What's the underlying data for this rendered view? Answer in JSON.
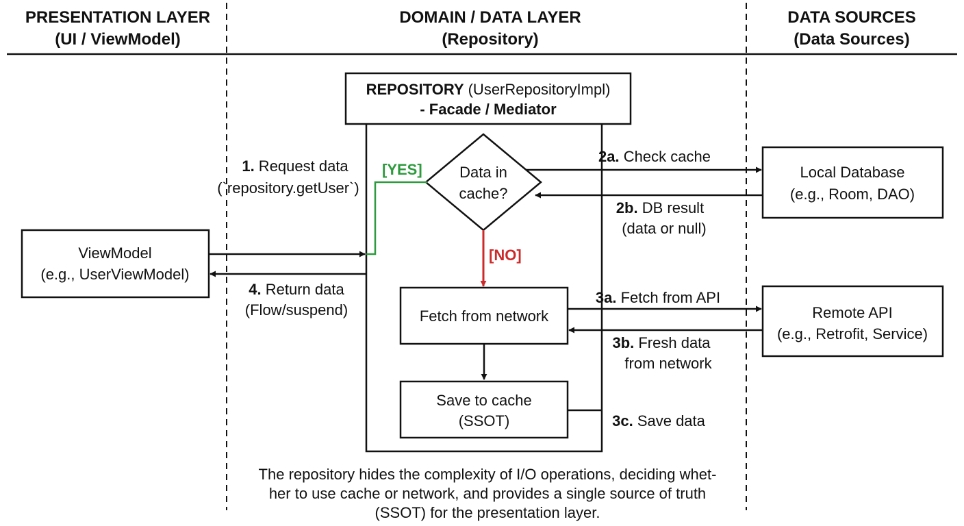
{
  "headers": {
    "presentation": {
      "title": "PRESENTATION LAYER",
      "subtitle": "(UI / ViewModel)"
    },
    "domain": {
      "title": "DOMAIN / DATA LAYER",
      "subtitle": "(Repository)"
    },
    "sources": {
      "title": "DATA SOURCES",
      "subtitle": "(Data Sources)"
    }
  },
  "repository": {
    "title_bold": "REPOSITORY",
    "title_impl": "(UserRepositoryImpl)",
    "subtitle": "- Facade / Mediator"
  },
  "decision": {
    "line1": "Data in",
    "line2": "cache?",
    "yes": "[YES]",
    "no": "[NO]"
  },
  "viewmodel": {
    "line1": "ViewModel",
    "line2": "(e.g., UserViewModel)"
  },
  "local_db": {
    "line1": "Local Database",
    "line2": "(e.g., Room, DAO)"
  },
  "remote_api": {
    "line1": "Remote API",
    "line2": "(e.g., Retrofit, Service)"
  },
  "fetch_box": {
    "label": "Fetch from network"
  },
  "save_box": {
    "line1": "Save to cache",
    "line2": "(SSOT)"
  },
  "steps": {
    "s1": {
      "num": "1.",
      "text": " Request data",
      "line2": "(`repository.getUser`)"
    },
    "s4": {
      "num": "4.",
      "text": " Return data",
      "line2": "(Flow/suspend)"
    },
    "s2a": {
      "num": "2a.",
      "text": " Check cache"
    },
    "s2b": {
      "num": "2b.",
      "text": " DB result",
      "line2": "(data or null)"
    },
    "s3a": {
      "num": "3a.",
      "text": " Fetch from API"
    },
    "s3b": {
      "num": "3b.",
      "text": " Fresh data",
      "line2": "from network"
    },
    "s3c": {
      "num": "3c.",
      "text": " Save data"
    }
  },
  "footnote": {
    "line1": "The repository hides the complexity of I/O operations, deciding whet-",
    "line2": "her to use cache or network, and provides a single source of truth",
    "line3": "(SSOT) for the presentation layer."
  },
  "colors": {
    "yes": "#2e9a3e",
    "no": "#cc2a2a",
    "ink": "#111111"
  }
}
